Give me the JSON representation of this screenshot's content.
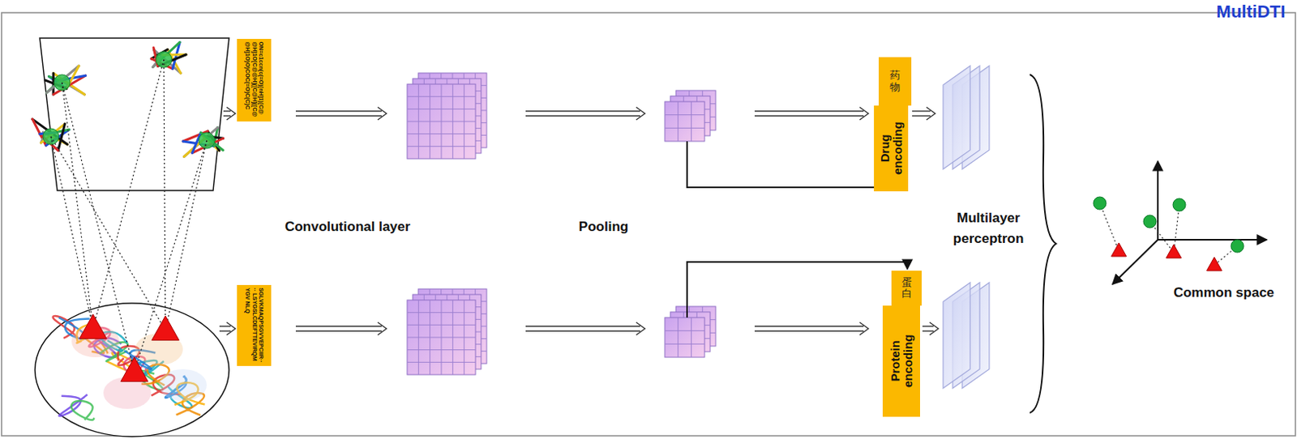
{
  "diagram": {
    "nodes": [
      {
        "text": [
          "ON=c1ccn(c(=O)[nH]1)[C@@H]1O[C@@H]([C@H]([C@@H]1O)O)COC(=O)C(C)C"
        ]
      },
      {
        "text": [
          "药物",
          "Drug encoding"
        ]
      },
      {
        "text": [
          "SGLVKMAQPSGVVEPCIIR···· LSYGSLCDEFTTEVIRQMYGV NLQ"
        ]
      },
      {
        "text": [
          "蛋白",
          "Protein encoding"
        ]
      }
    ],
    "labels": [
      "MultiDTI",
      "Convolutional layer",
      "Pooling",
      "Multilayer perceptron",
      "Common space"
    ]
  }
}
